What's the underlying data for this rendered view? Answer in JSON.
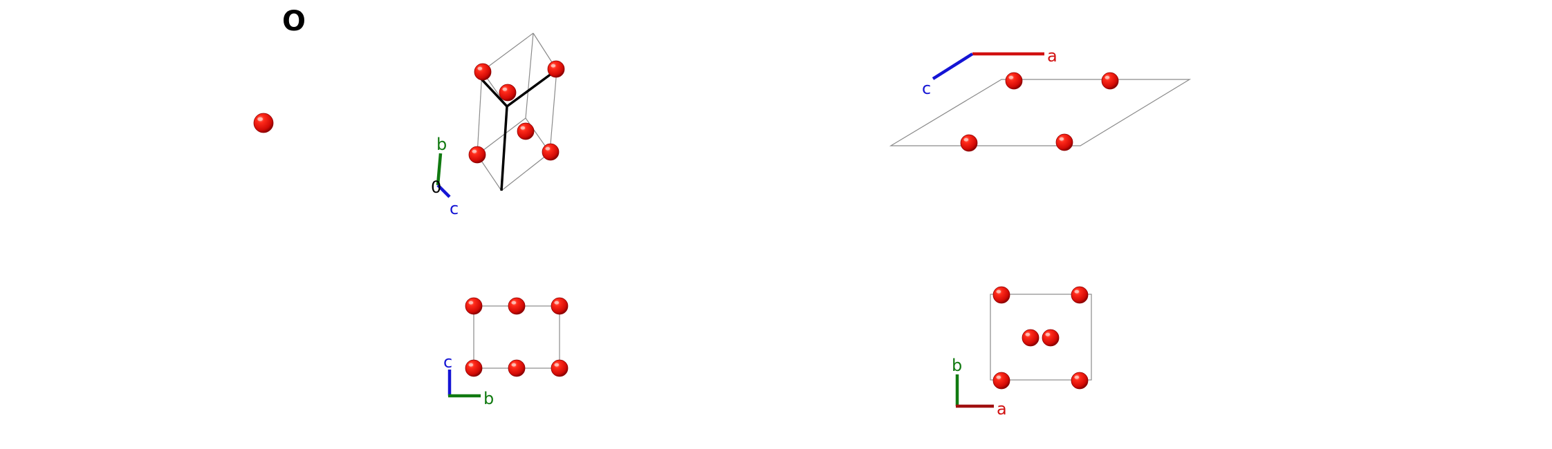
{
  "element_label": "O",
  "colors": {
    "atom": "#e8140f",
    "atom_dark": "#8f0000",
    "axis_a": "#d11010",
    "axis_b": "#117a11",
    "axis_c": "#1414d4",
    "origin": "#000000",
    "cell_edge": "#8a8a8a"
  },
  "views": {
    "perspective": {
      "axes": {
        "b": "b",
        "c": "c",
        "origin": "0"
      }
    },
    "top_right": {
      "axes": {
        "a": "a",
        "c": "c"
      }
    },
    "bottom_left": {
      "axes": {
        "b": "b",
        "c": "c"
      }
    },
    "bottom_right": {
      "axes": {
        "a": "a",
        "b": "b"
      }
    }
  }
}
